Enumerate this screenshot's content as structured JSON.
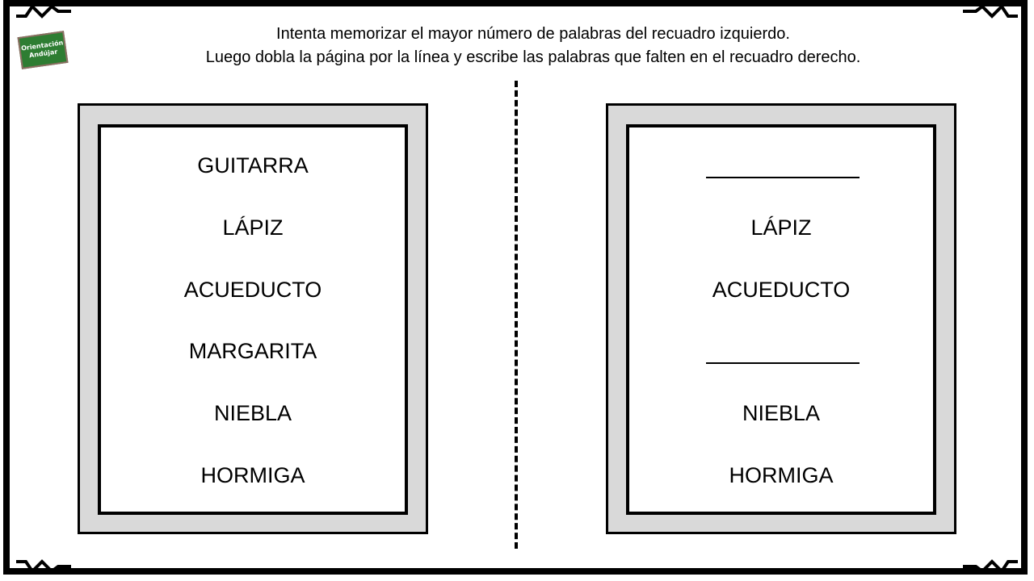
{
  "logo": {
    "line1": "Orientación",
    "line2": "Andújar"
  },
  "instructions": {
    "line1": "Intenta memorizar el mayor número de palabras del recuadro izquierdo.",
    "line2": "Luego dobla la página por la línea y escribe las palabras que falten en el recuadro derecho."
  },
  "left_box": {
    "words": [
      "GUITARRA",
      "LÁPIZ",
      "ACUEDUCTO",
      "MARGARITA",
      "NIEBLA",
      "HORMIGA"
    ]
  },
  "right_box": {
    "words": [
      "",
      "LÁPIZ",
      "ACUEDUCTO",
      "",
      "NIEBLA",
      "HORMIGA"
    ]
  }
}
